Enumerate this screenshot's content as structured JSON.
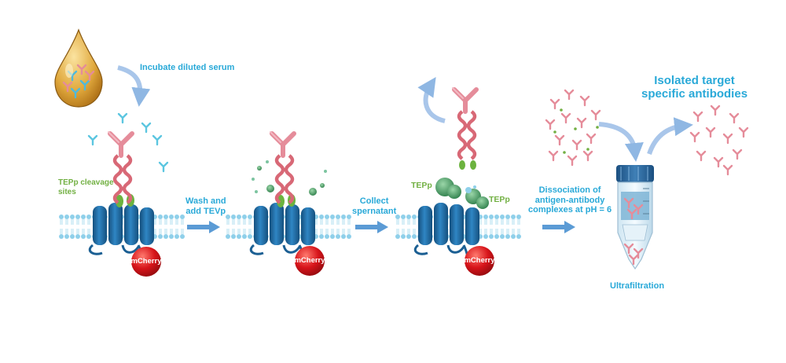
{
  "steps": {
    "incubate": "Incubate diluted serum",
    "wash_line1": "Wash and",
    "wash_line2": "add TEVp",
    "collect_line1": "Collect",
    "collect_line2": "spernatant",
    "dissoc_line1": "Dissociation of",
    "dissoc_line2": "antigen-antibody",
    "dissoc_line3": "complexes at pH = 6",
    "ultrafiltration": "Ultrafiltration"
  },
  "labels": {
    "cleavage_line1": "TEPp cleavage",
    "cleavage_line2": "sites",
    "tepp_left": "TEPp",
    "tepp_right": "TEPp",
    "mcherry_1": "mCherry",
    "mcherry_2": "mCherry",
    "mcherry_3": "mCherry",
    "result_line1": "Isolated  target",
    "result_line2": "specific antibodies"
  },
  "colors": {
    "text_blue": "#29a9d8",
    "text_green": "#72b043",
    "arrow_blue": "#5b9bd5",
    "receptor_blue": "#1f6fa8",
    "mcherry_red": "#d7141a",
    "antibody_pink": "#e58c9a",
    "antibody_blue": "#5cc6e0",
    "helix_pink": "#d86876",
    "anchor_green": "#6cb33f",
    "tevp_green": "#3e9e5f",
    "membrane_blue": "#7ec8e3"
  }
}
